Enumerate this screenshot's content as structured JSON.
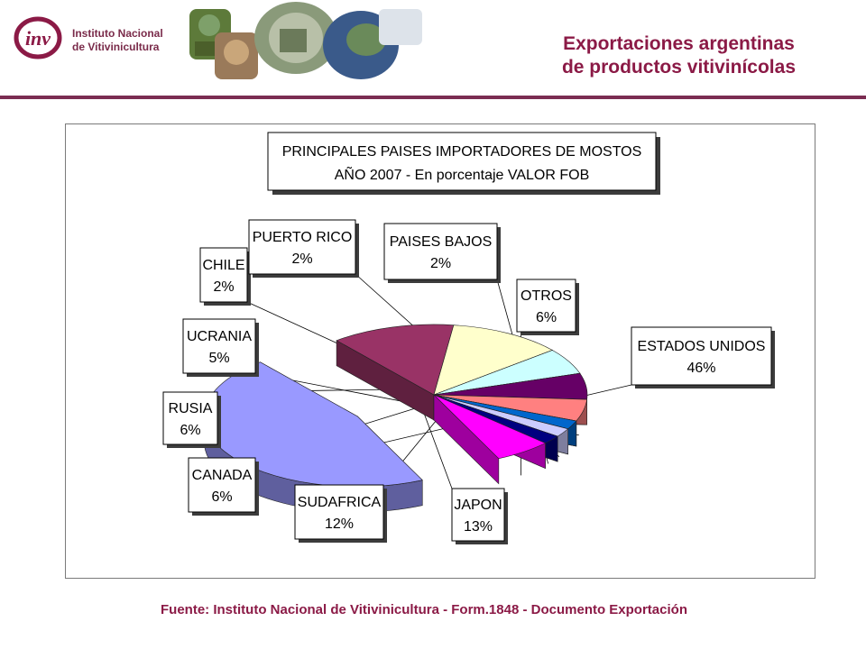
{
  "header": {
    "logo_line1": "Instituto Nacional",
    "logo_line2": "de Vitivinicultura",
    "logo_mark": "inv",
    "title_line1": "Exportaciones argentinas",
    "title_line2": "de productos vitivinícolas"
  },
  "source": {
    "text": "Fuente:  Instituto Nacional de Vitivinicultura - Form.1848 - Documento Exportación"
  },
  "colors": {
    "accent": "#8b1a46",
    "divider": "#7b2d52"
  },
  "chart_data": {
    "type": "pie",
    "title_line1": "PRINCIPALES PAISES IMPORTADORES DE MOSTOS",
    "title_line2": "AÑO 2007 - En porcentaje VALOR FOB",
    "slices": [
      {
        "label": "ESTADOS UNIDOS",
        "value": 46,
        "value_label": "46%",
        "color": "#9999ff",
        "exploded": true
      },
      {
        "label": "JAPON",
        "value": 13,
        "value_label": "13%",
        "color": "#993366"
      },
      {
        "label": "SUDAFRICA",
        "value": 12,
        "value_label": "12%",
        "color": "#ffffcc"
      },
      {
        "label": "CANADA",
        "value": 6,
        "value_label": "6%",
        "color": "#ccffff"
      },
      {
        "label": "RUSIA",
        "value": 6,
        "value_label": "6%",
        "color": "#660066"
      },
      {
        "label": "UCRANIA",
        "value": 5,
        "value_label": "5%",
        "color": "#ff8080"
      },
      {
        "label": "CHILE",
        "value": 2,
        "value_label": "2%",
        "color": "#0066cc"
      },
      {
        "label": "PUERTO RICO",
        "value": 2,
        "value_label": "2%",
        "color": "#ccccff"
      },
      {
        "label": "PAISES BAJOS",
        "value": 2,
        "value_label": "2%",
        "color": "#000080"
      },
      {
        "label": "OTROS",
        "value": 6,
        "value_label": "6%",
        "color": "#ff00ff"
      }
    ]
  }
}
